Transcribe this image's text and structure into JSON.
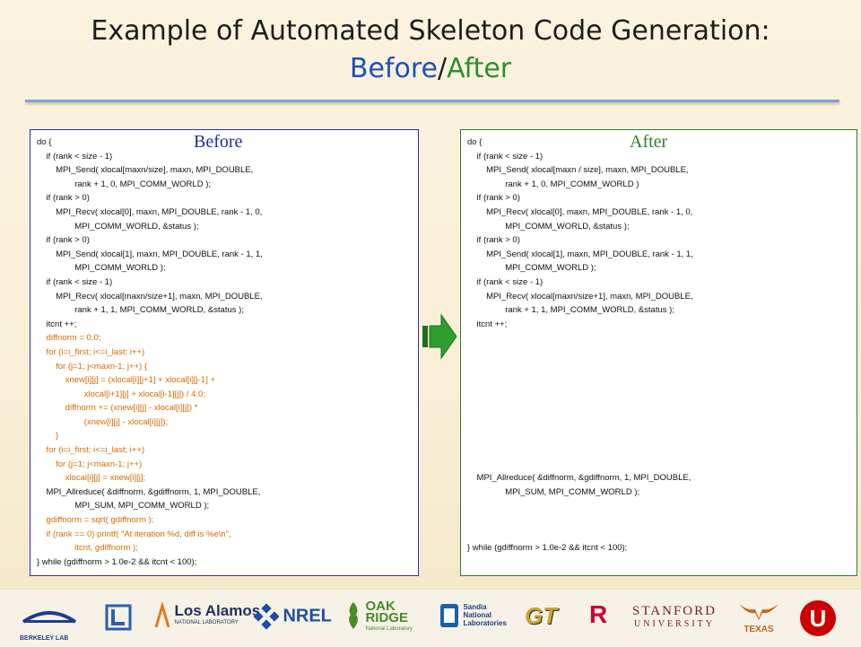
{
  "slide": {
    "title_line1": "Example of Automated Skeleton Code Generation:",
    "title_before": "Before",
    "title_slash": "/",
    "title_after": "After"
  },
  "before_panel": {
    "label": "Before",
    "lines": [
      {
        "text": "do {",
        "orange": false
      },
      {
        "text": "    if (rank < size - 1)",
        "orange": false
      },
      {
        "text": "        MPI_Send( xlocal[maxn/size], maxn, MPI_DOUBLE,",
        "orange": false
      },
      {
        "text": "                rank + 1, 0, MPI_COMM_WORLD );",
        "orange": false
      },
      {
        "text": "    if (rank > 0)",
        "orange": false
      },
      {
        "text": "        MPI_Recv( xlocal[0], maxn, MPI_DOUBLE, rank - 1, 0,",
        "orange": false
      },
      {
        "text": "                MPI_COMM_WORLD, &status );",
        "orange": false
      },
      {
        "text": "    if (rank > 0)",
        "orange": false
      },
      {
        "text": "        MPI_Send( xlocal[1], maxn, MPI_DOUBLE, rank - 1, 1,",
        "orange": false
      },
      {
        "text": "                MPI_COMM_WORLD );",
        "orange": false
      },
      {
        "text": "    if (rank < size - 1)",
        "orange": false
      },
      {
        "text": "        MPI_Recv( xlocal[maxn/size+1], maxn, MPI_DOUBLE,",
        "orange": false
      },
      {
        "text": "                rank + 1, 1, MPI_COMM_WORLD, &status );",
        "orange": false
      },
      {
        "text": "    itcnt ++;",
        "orange": false
      },
      {
        "text": "    diffnorm = 0.0;",
        "orange": true
      },
      {
        "text": "    for (i=i_first; i<=i_last; i++)",
        "orange": true
      },
      {
        "text": "        for (j=1; j<maxn-1; j++) {",
        "orange": true
      },
      {
        "text": "            xnew[i][j] = (xlocal[i][j+1] + xlocal[i][j-1] +",
        "orange": true
      },
      {
        "text": "                    xlocal[i+1][j] + xlocal[i-1][j]) / 4.0;",
        "orange": true
      },
      {
        "text": "            diffnorm += (xnew[i][j] - xlocal[i][j]) *",
        "orange": true
      },
      {
        "text": "                    (xnew[i][j] - xlocal[i][j]);",
        "orange": true
      },
      {
        "text": "        }",
        "orange": true
      },
      {
        "text": "    for (i=i_first; i<=i_last; i++)",
        "orange": true
      },
      {
        "text": "        for (j=1; j<maxn-1; j++)",
        "orange": true
      },
      {
        "text": "            xlocal[i][j] = xnew[i][j];",
        "orange": true
      },
      {
        "text": "    MPI_Allreduce( &diffnorm, &gdiffnorm, 1, MPI_DOUBLE,",
        "orange": false
      },
      {
        "text": "                MPI_SUM, MPI_COMM_WORLD );",
        "orange": false
      },
      {
        "text": "    gdiffnorm = sqrt( gdiffnorm );",
        "orange": true
      },
      {
        "text": "    if (rank == 0) printf( \"At iteration %d, diff is %e\\n\",",
        "orange": true
      },
      {
        "text": "                itcnt, gdiffnorm );",
        "orange": true
      },
      {
        "text": "} while (gdiffnorm > 1.0e-2 && itcnt < 100);",
        "orange": false
      }
    ]
  },
  "after_panel": {
    "label": "After",
    "lines_top": [
      "do {",
      "    if (rank < size - 1)",
      "        MPI_Send( xlocal[maxn / size], maxn, MPI_DOUBLE,",
      "                rank + 1, 0, MPI_COMM_WORLD )",
      "    if (rank > 0)",
      "        MPI_Recv( xlocal[0], maxn, MPI_DOUBLE, rank - 1, 0,",
      "                MPI_COMM_WORLD, &status );",
      "    if (rank > 0)",
      "        MPI_Send( xlocal[1], maxn, MPI_DOUBLE, rank - 1, 1,",
      "                MPI_COMM_WORLD );",
      "    if (rank < size - 1)",
      "        MPI_Recv( xlocal[maxn/size+1], maxn, MPI_DOUBLE,",
      "                rank + 1, 1, MPI_COMM_WORLD, &status );",
      "    itcnt ++;"
    ],
    "lines_bottom": [
      "    MPI_Allreduce( &diffnorm, &gdiffnorm, 1, MPI_DOUBLE,",
      "                MPI_SUM, MPI_COMM_WORLD );"
    ],
    "last_line": "} while (gdiffnorm > 1.0e-2 && itcnt < 100);"
  },
  "arrow": {
    "icon": "right-arrow-icon",
    "color": "#2e9e2e"
  },
  "footer_logos": [
    {
      "name": "berkeley-lab-logo",
      "text": "BERKELEY LAB"
    },
    {
      "name": "lehigh-logo",
      "text": ""
    },
    {
      "name": "los-alamos-logo",
      "text": "Los Alamos",
      "sub": "NATIONAL LABORATORY"
    },
    {
      "name": "nrel-logo",
      "text": "NREL"
    },
    {
      "name": "oak-ridge-logo",
      "text": "OAK",
      "text2": "RIDGE",
      "sub": "National Laboratory"
    },
    {
      "name": "sandia-logo",
      "text": "Sandia",
      "text2": "National",
      "text3": "Laboratories"
    },
    {
      "name": "georgia-tech-logo",
      "text": "GT"
    },
    {
      "name": "rutgers-logo",
      "text": "R"
    },
    {
      "name": "stanford-logo",
      "text": "STANFORD",
      "sub": "UNIVERSITY"
    },
    {
      "name": "texas-logo",
      "text": "TEXAS"
    },
    {
      "name": "utah-logo",
      "text": "U"
    }
  ],
  "colors": {
    "before_border": "#2b2bb8",
    "after_border": "#2e7d32",
    "orange_code": "#d46a00",
    "title_blue": "#1f4fbf",
    "title_green": "#2d8f2d"
  }
}
